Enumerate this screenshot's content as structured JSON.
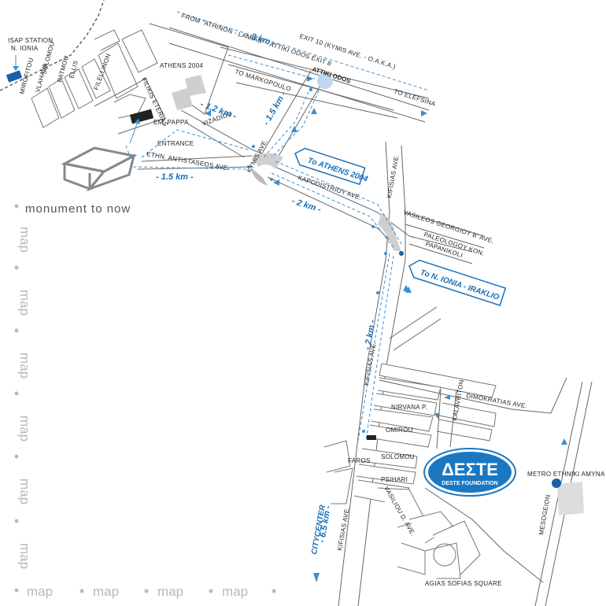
{
  "brand": {
    "tagline": "monument to now"
  },
  "side_word": "map",
  "labels": {
    "isap_station": "ISAP STATION",
    "n_ionia": "N. IONIA",
    "from_athinon": "FROM \"ATHINON - LAMIAS\" - ATTIKI ODOS EXIT 8",
    "exit_10": "EXIT 10 (KYMIS AVE. - O.A.K.A.)",
    "attiki_odos": "ATTIKI ODOS",
    "to_markopoulo": "TO MARKOPOULO",
    "to_elefsina": "TO ELEFSINA",
    "athens_2004": "ATHENS 2004",
    "em_pappa": "EM. PAPPA",
    "entrance": "ENTRANCE",
    "vizadiou": "VIZADIOU",
    "ethn_antistaseos": "ETHN. ANTISTASEOS AVE.",
    "filikis_eterias": "FILIKIS ETERIAS",
    "filellinon": "FILELLINON",
    "ellis": "ELLIS",
    "patmou": "PATMOU",
    "solomou_top": "SOLOMOU",
    "vlahava": "VLAHAVA",
    "mirofitou": "MIROFITOU",
    "kymis_ave": "KYMIS AVE.",
    "kapodistriou": "KAPODISTRIOY AVE.",
    "kifisias_top": "KIFISIAS AVE.",
    "vasileos": "VASILEOS GEORGIOY B' AVE.",
    "paleologou": "PALEOLOGOY KON.",
    "papanikoli": "PAPANIKOLI",
    "kifisias_mid": "KIFISIAS AVE.",
    "kalavriton": "KALAVRITON",
    "dimokratias": "DIMOKRATIAS AVE.",
    "nirvana": "NIRVANA P.",
    "omirou": "OMIROU",
    "solomou_bottom": "SOLOMOU",
    "faros": "FAROS",
    "psihari": "PSIHARI",
    "vasiliou": "VASILIOU D. AVE.",
    "kifisias_low": "KIFISIAS AVE.",
    "metro": "METRO ETHNIKI AMYNA",
    "mesogeion": "MESOGEION",
    "agias_sofias": "AGIAS SOFIAS SQUARE",
    "citycenter": "CITYCENTER"
  },
  "distances": {
    "d_3km": "- 3 km -",
    "d_12km": "- 1.2 km -",
    "d_15km_a": "- 1.5 km -",
    "d_15km_b": "- 1.5 km -",
    "d_2km_a": "- 2 km -",
    "d_2km_b": "- 2 km -",
    "d_65km": "- 6.5 km -"
  },
  "signs": {
    "to_athens_2004": "To ATHENS 2004",
    "to_n_ionia": "To N. IONIA - IRAKLIO"
  },
  "logo": {
    "name": "ΔΕΣΤΕ",
    "sub": "DESTE FOUNDATION"
  },
  "colors": {
    "route": "#3a8fd0",
    "road": "#666666",
    "logo_fill": "#1a78c2"
  }
}
